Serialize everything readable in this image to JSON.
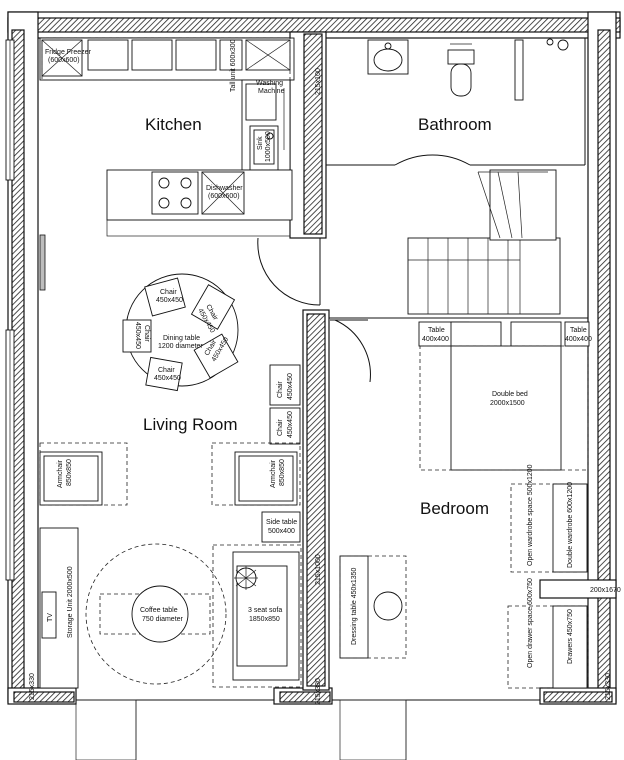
{
  "rooms": {
    "kitchen": "Kitchen",
    "bathroom": "Bathroom",
    "living_room": "Living Room",
    "bedroom": "Bedroom"
  },
  "labels": {
    "fridge_freezer": [
      "Fridge Freezer",
      "(600x600)"
    ],
    "tall_unit": "Tall unit 600x300",
    "washing_machine": [
      "Washing",
      "Machine"
    ],
    "sink": [
      "Sink",
      "1000x500"
    ],
    "dishwasher": [
      "Dishwasher",
      "(600x600)"
    ],
    "dim_215x100": "215x100",
    "chair_top": [
      "Chair",
      "450x450"
    ],
    "chair_right": [
      "Chair",
      "450x450"
    ],
    "chair_left": [
      "Chair",
      "450x450"
    ],
    "chair_bottom_right": [
      "Chair",
      "450x450"
    ],
    "chair_bottom": [
      "Chair",
      "450x450"
    ],
    "dining_table": [
      "Dining table",
      "1200 diameter"
    ],
    "chair_wall_1": [
      "Chair",
      "450x450"
    ],
    "chair_wall_2": [
      "Chair",
      "450x450"
    ],
    "armchair_left": [
      "Armchair",
      "850x850"
    ],
    "armchair_right": [
      "Armchair",
      "850x850"
    ],
    "side_table": [
      "Side table",
      "500x400"
    ],
    "storage_unit": "Storage Unit 2000x500",
    "tv": "TV",
    "coffee_table": [
      "Coffee table",
      "750 diameter"
    ],
    "sofa": [
      "3 seat sofa",
      "1850x850"
    ],
    "dim_215x1000": "215x1000",
    "table_left": [
      "Table",
      "400x400"
    ],
    "table_right": [
      "Table",
      "400x400"
    ],
    "double_bed": [
      "Double bed",
      "2000x1500"
    ],
    "open_wardrobe": "Open wardrobe space 500x1200",
    "double_wardrobe": "Double wardrobe 600x1200",
    "dim_200x1670": "200x1670",
    "dressing_table": "Dressing table 450x1350",
    "open_drawer": "Open drawer space 600x750",
    "drawers": "Drawers 450x750",
    "dim_215x330_left": "215x330",
    "dim_215x330_mid": "215x330",
    "dim_215x330_right": "215x330"
  }
}
